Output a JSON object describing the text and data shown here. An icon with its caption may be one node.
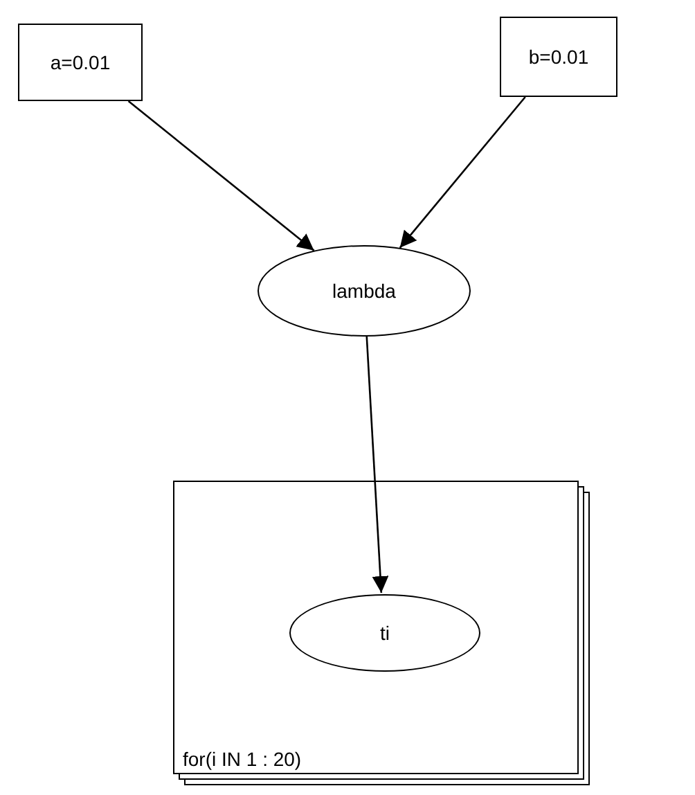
{
  "diagram": {
    "nodes": [
      {
        "text": [
          "a=0.01"
        ]
      },
      {
        "text": [
          "b=0.01"
        ]
      },
      {
        "text": [
          "lambda"
        ]
      },
      {
        "text": [
          "for(i IN 1 : 20)"
        ]
      },
      {
        "text": [
          "ti"
        ],
        "in": 3
      }
    ],
    "edges": [
      {
        "from": 0,
        "to": 2,
        "arrow": "to"
      },
      {
        "from": 1,
        "to": 2,
        "arrow": "to"
      },
      {
        "from": 2,
        "to": 4,
        "arrow": "to"
      }
    ]
  }
}
